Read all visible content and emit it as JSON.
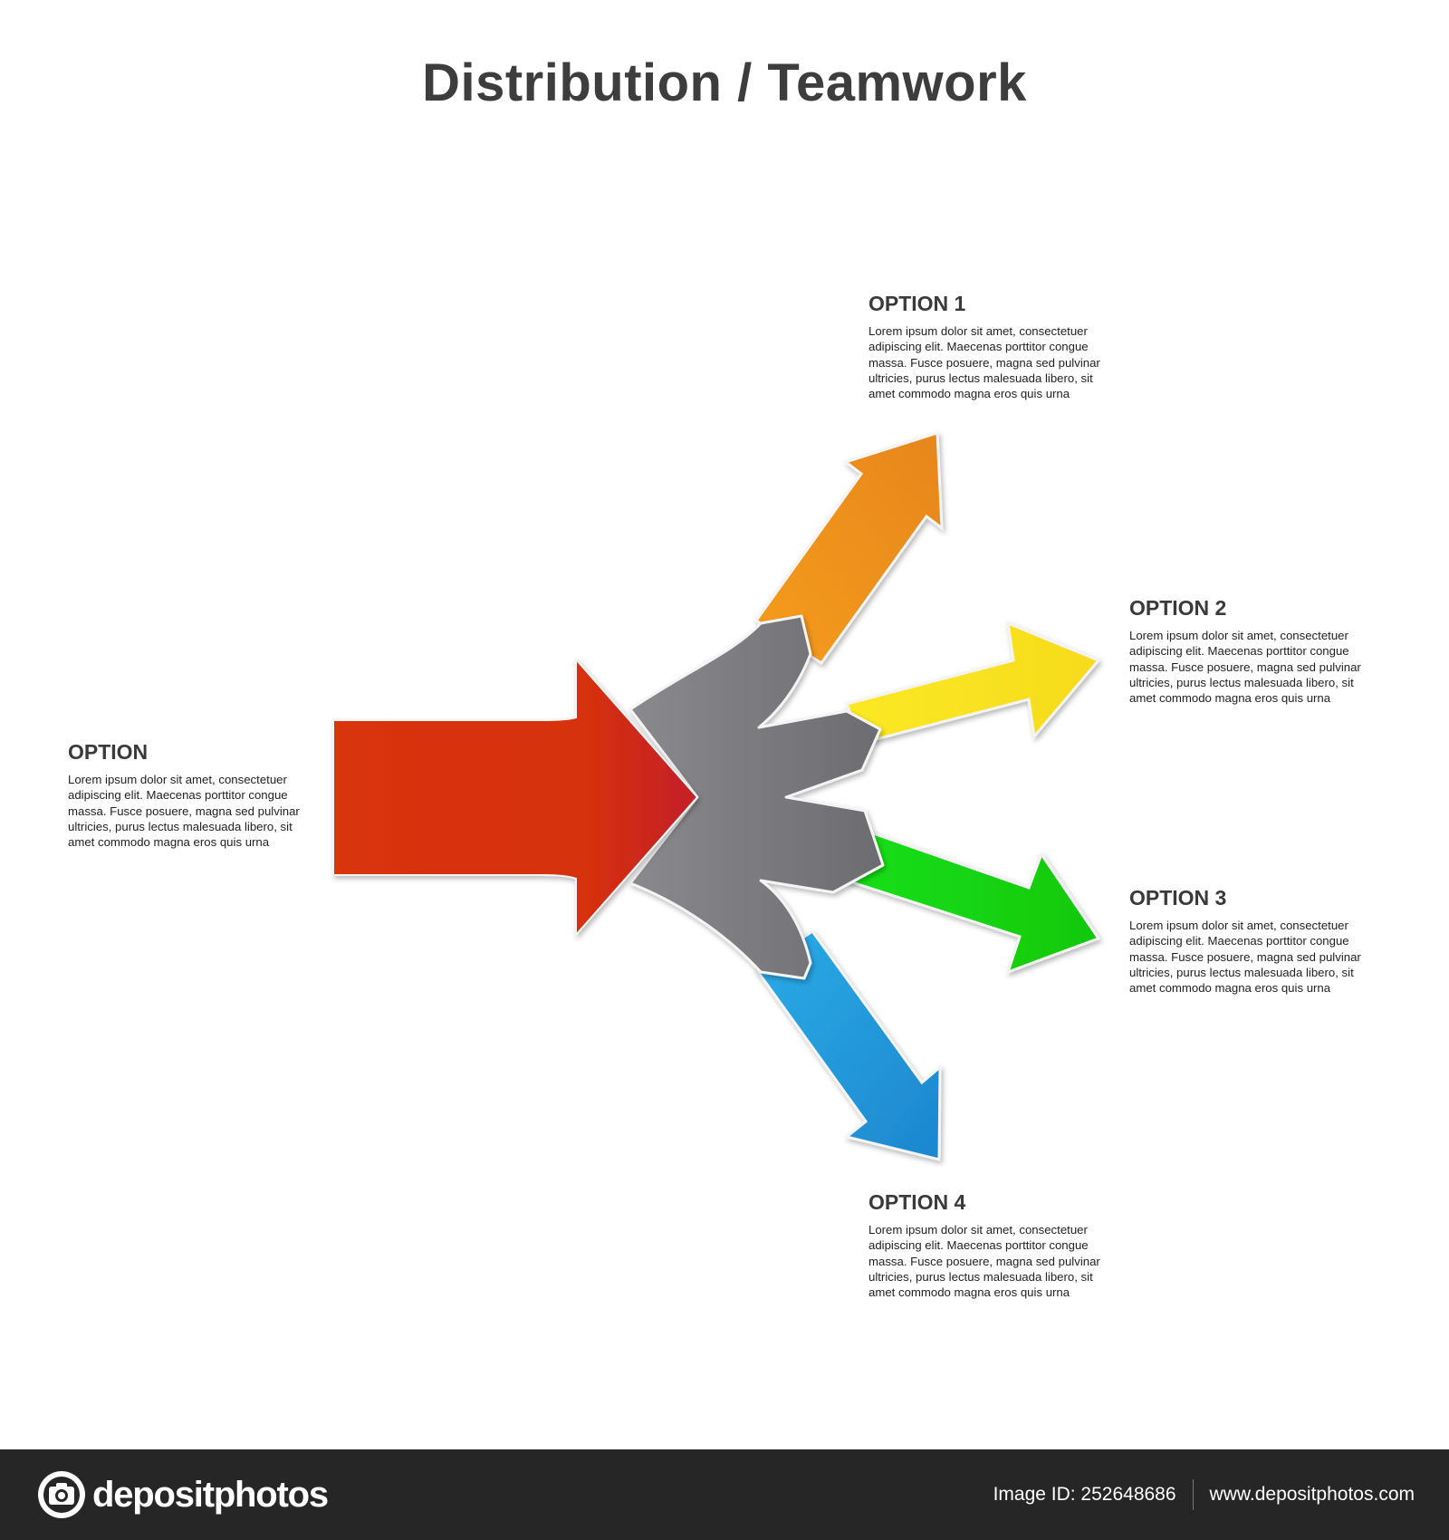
{
  "title": "Distribution / Teamwork",
  "colors": {
    "main_arrow": "#d6300c",
    "hub": "#7f7f83",
    "option1": "#f39121",
    "option2": "#fdea1c",
    "option3": "#12dc12",
    "option4": "#28a6e2",
    "footer_bg": "#262626"
  },
  "options": {
    "main": {
      "title": "OPTION",
      "body": [
        "Lorem ipsum dolor sit amet, consectetuer",
        "adipiscing elit. Maecenas porttitor congue",
        "massa. Fusce posuere, magna sed pulvinar",
        "ultricies, purus lectus malesuada libero, sit",
        "amet commodo magna eros quis urna"
      ]
    },
    "o1": {
      "title": "OPTION 1",
      "body": [
        "Lorem ipsum dolor sit amet, consectetuer",
        "adipiscing elit. Maecenas porttitor congue",
        "massa. Fusce posuere, magna sed pulvinar",
        "ultricies, purus lectus malesuada libero, sit",
        "amet commodo magna eros quis urna"
      ]
    },
    "o2": {
      "title": "OPTION 2",
      "body": [
        "Lorem ipsum dolor sit amet, consectetuer",
        "adipiscing elit. Maecenas porttitor congue",
        "massa. Fusce posuere, magna sed pulvinar",
        "ultricies, purus lectus malesuada libero, sit",
        "amet commodo magna eros quis urna"
      ]
    },
    "o3": {
      "title": "OPTION 3",
      "body": [
        "Lorem ipsum dolor sit amet, consectetuer",
        "adipiscing elit. Maecenas porttitor congue",
        "massa. Fusce posuere, magna sed pulvinar",
        "ultricies, purus lectus malesuada libero, sit",
        "amet commodo magna eros quis urna"
      ]
    },
    "o4": {
      "title": "OPTION 4",
      "body": [
        "Lorem ipsum dolor sit amet, consectetuer",
        "adipiscing elit. Maecenas porttitor congue",
        "massa. Fusce posuere, magna sed pulvinar",
        "ultricies, purus lectus malesuada libero, sit",
        "amet commodo magna eros quis urna"
      ]
    }
  },
  "watermark": "depositphotos",
  "footer": {
    "logo_text": "depositphotos",
    "image_id": "Image ID: 252648686",
    "site": "www.depositphotos.com"
  }
}
